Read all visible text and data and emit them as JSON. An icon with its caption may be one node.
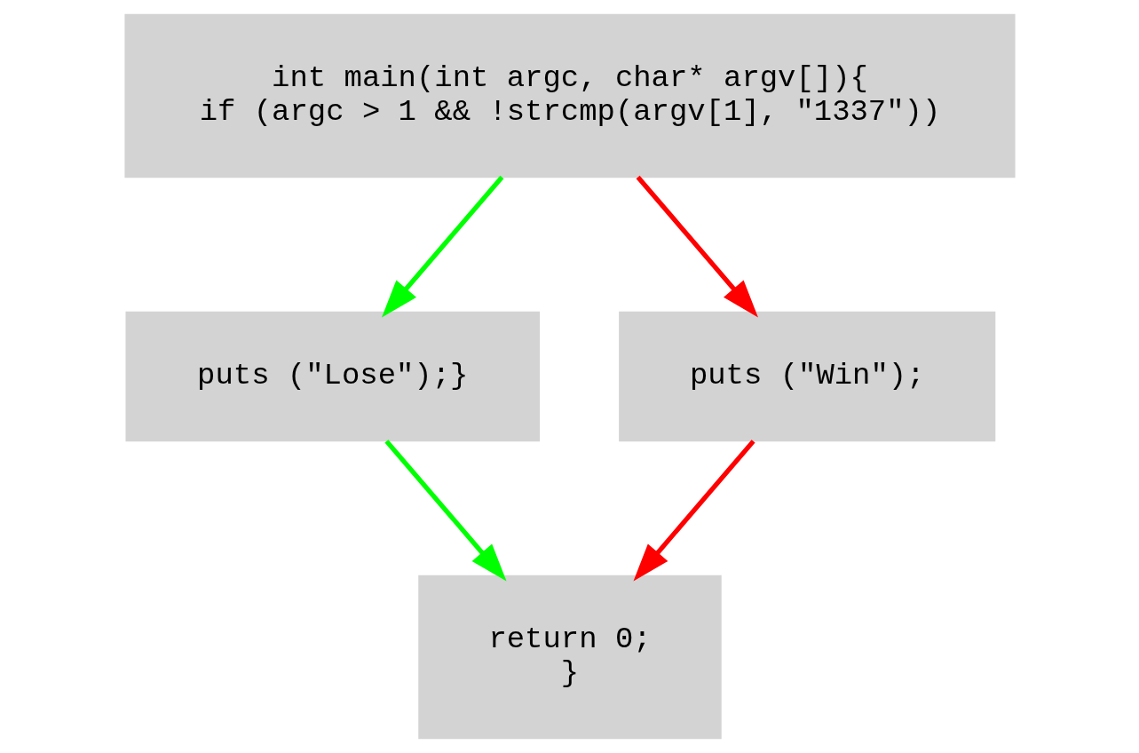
{
  "diagram": {
    "nodes": [
      {
        "text": [
          "int main(int argc, char* argv[]){",
          "if (argc > 1 && !strcmp(argv[1], \"1337\"))"
        ]
      },
      {
        "text": [
          "puts (\"Lose\");}"
        ]
      },
      {
        "text": [
          "puts (\"Win\");"
        ]
      },
      {
        "text": [
          "return 0;",
          "}"
        ]
      }
    ],
    "edges": [
      {
        "from": 0,
        "to": 1,
        "arrow": "to",
        "color": "#00ff00"
      },
      {
        "from": 0,
        "to": 2,
        "arrow": "to",
        "color": "#ff0000"
      },
      {
        "from": 1,
        "to": 3,
        "arrow": "to",
        "color": "#00ff00"
      },
      {
        "from": 2,
        "to": 3,
        "arrow": "to",
        "color": "#ff0000"
      }
    ]
  }
}
